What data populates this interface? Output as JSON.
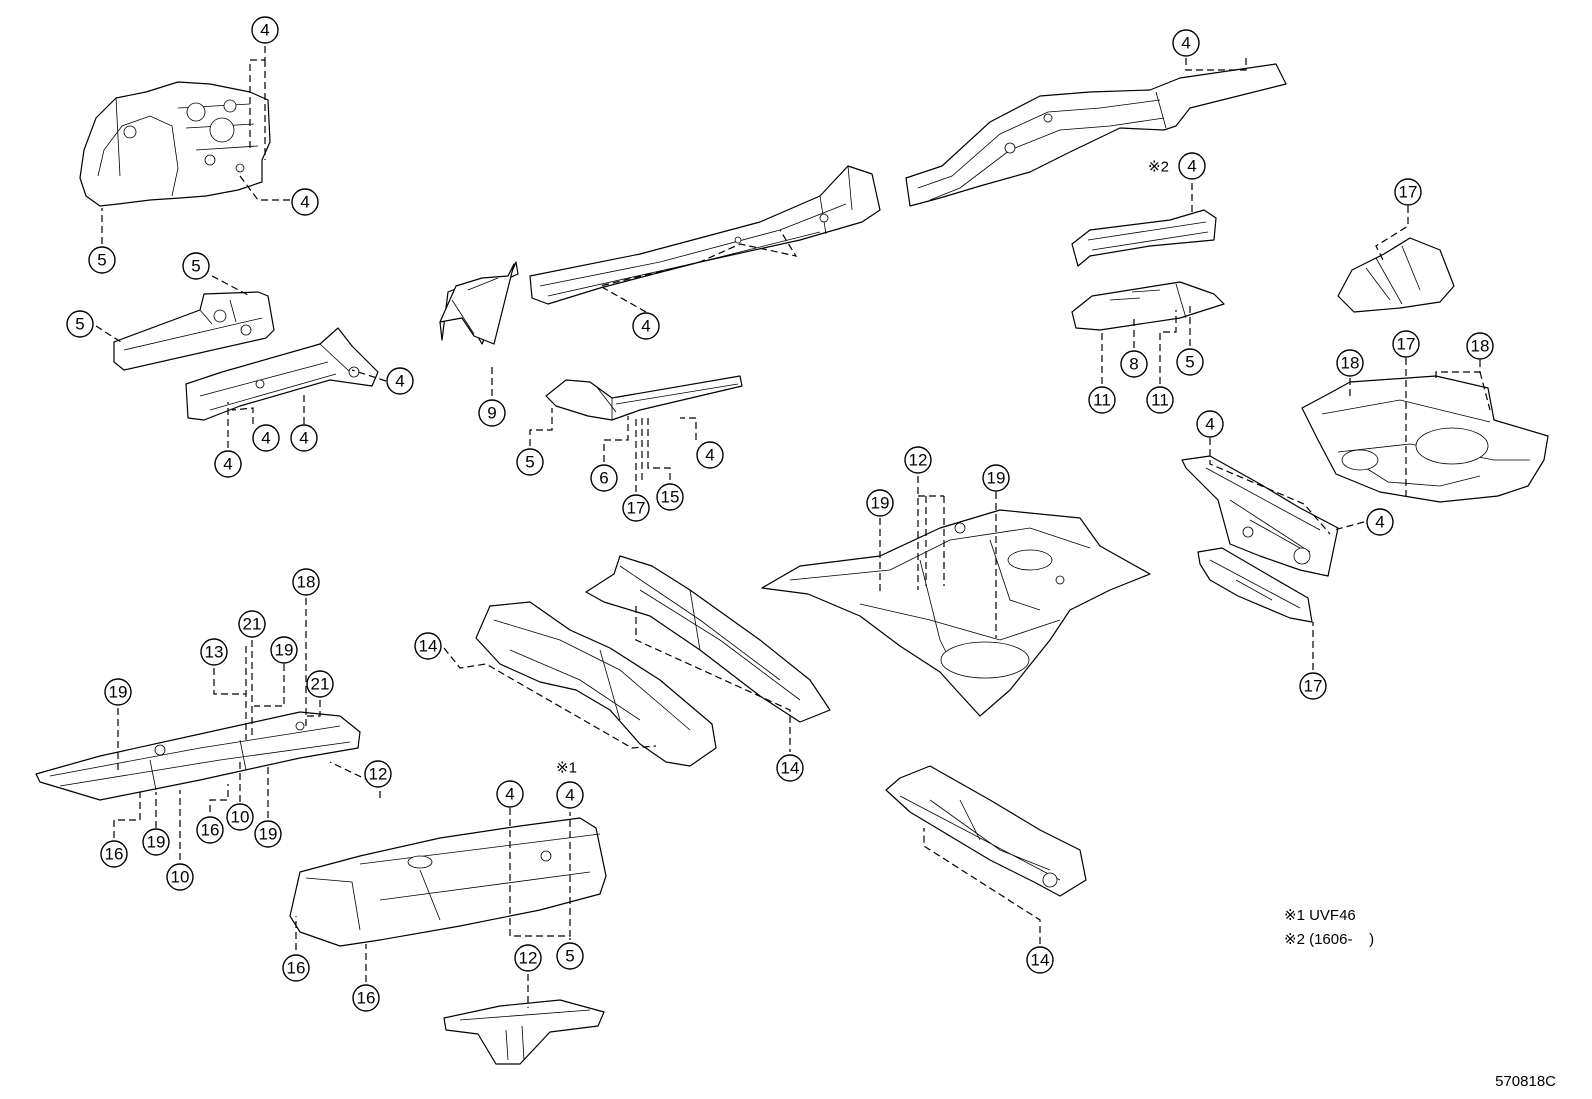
{
  "callouts": {
    "c01": "4",
    "c02": "4",
    "c03": "5",
    "c04": "5",
    "c05": "5",
    "c06": "4",
    "c07": "4",
    "c08": "4",
    "c09": "4",
    "c10": "4",
    "c11": "9",
    "c12": "5",
    "c13": "6",
    "c14": "17",
    "c15": "15",
    "c16": "4",
    "c17": "4",
    "c18": "4",
    "c19": "17",
    "c20": "8",
    "c21": "11",
    "c22": "11",
    "c23": "5",
    "c24": "18",
    "c25": "17",
    "c26": "18",
    "c27": "4",
    "c28": "4",
    "c29": "17",
    "c30": "12",
    "c31": "19",
    "c32": "19",
    "c33": "14",
    "c34": "14",
    "c35": "18",
    "c36": "21",
    "c37": "13",
    "c38": "19",
    "c39": "21",
    "c40": "19",
    "c41": "12",
    "c42": "16",
    "c43": "19",
    "c44": "10",
    "c45": "16",
    "c46": "10",
    "c47": "19",
    "c48": "4",
    "c49": "4",
    "c50": "5",
    "c51": "16",
    "c52": "16",
    "c53": "12",
    "c54": "14"
  },
  "marks": {
    "m1": "※1",
    "m2": "※2"
  },
  "notes": {
    "note1": "※1 UVF46",
    "note2": "※2 (1606-    )"
  },
  "figure_code": "570818C"
}
